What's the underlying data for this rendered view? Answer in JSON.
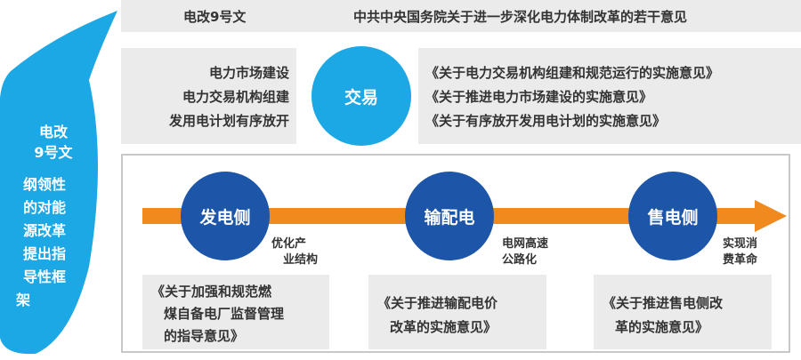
{
  "top": {
    "doc_label": "电改9号文",
    "doc_title": "中共中央国务院关于进一步深化电力体制改革的若干意见"
  },
  "bubble": {
    "lines_top": [
      "电改",
      "9号文"
    ],
    "lines_body": [
      "纲领性",
      "的对能",
      "源改革",
      "提出指",
      "导性框",
      "架"
    ],
    "color": "#1ca7e5"
  },
  "trading": {
    "circle_label": "交易",
    "left_items": [
      "电力市场建设",
      "电力交易机构组建",
      "发用电计划有序放开"
    ],
    "right_docs": [
      "《关于电力交易机构组建和规范运行的实施意见》",
      "《关于推进电力市场建设的实施意见》",
      "《关于有序放开发用电计划的实施意见》"
    ]
  },
  "sides": [
    {
      "label": "发电侧",
      "note": [
        "优化产",
        "业结构"
      ],
      "doc": [
        "《关于加强和规范燃",
        "煤自备电厂监督管理",
        "的指导意见》"
      ]
    },
    {
      "label": "输配电",
      "note": [
        "电网高速",
        "公路化"
      ],
      "doc": [
        "《关于推进输配电价",
        "改革的实施意见》"
      ]
    },
    {
      "label": "售电侧",
      "note": [
        "实现消",
        "费革命"
      ],
      "doc": [
        "《关于推进售电侧改",
        "革的实施意见》"
      ]
    }
  ],
  "colors": {
    "light_blue": "#1ca7e5",
    "dark_blue": "#1d56a8",
    "arrow_orange": "#f08a1e",
    "panel_grey": "#ebebeb"
  }
}
